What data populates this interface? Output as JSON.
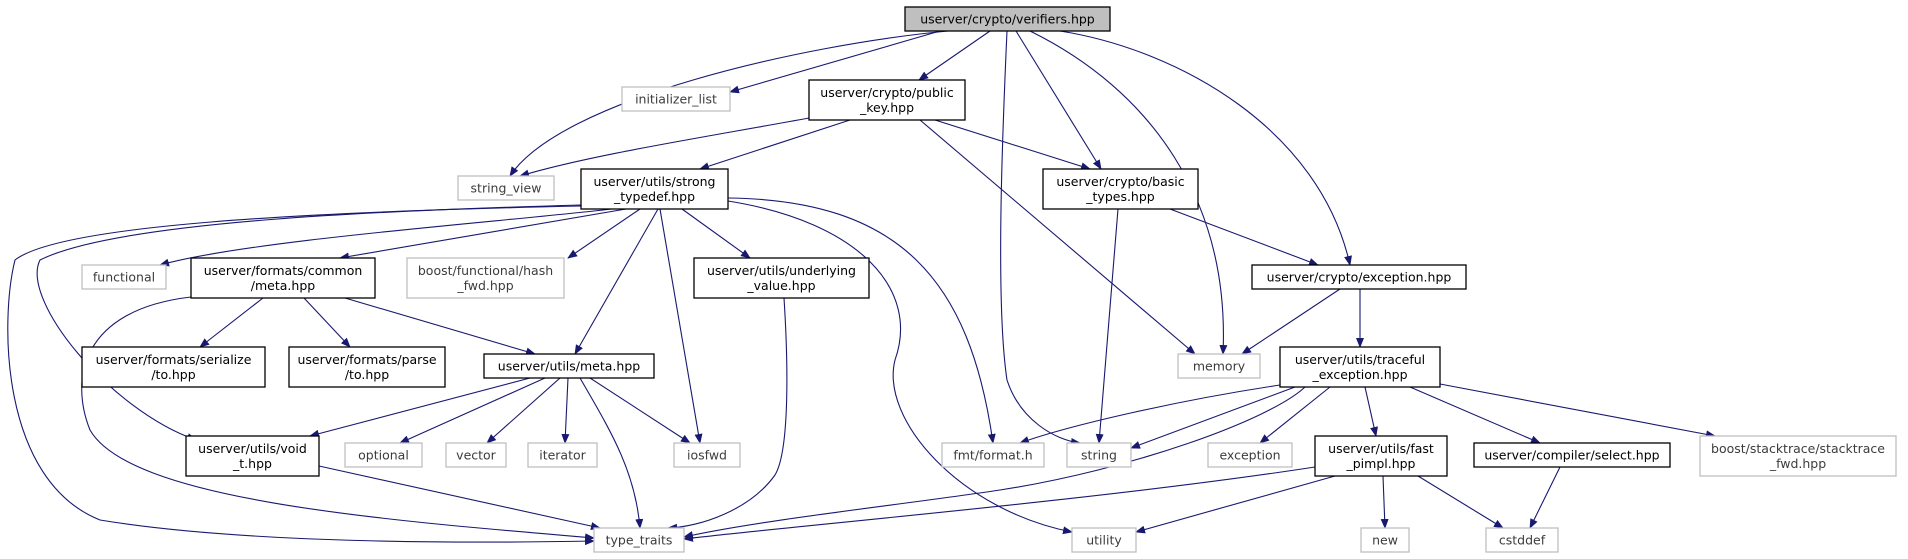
{
  "diagram": {
    "colors": {
      "edge": "#191970",
      "root_fill": "#bfbfbf",
      "node_border": "#000000",
      "external_border": "#bfbfbf",
      "external_text": "#3c3c3c",
      "node_text": "#000000"
    },
    "nodes": [
      {
        "id": "verifiers",
        "lines": [
          "userver/crypto/verifiers.hpp"
        ],
        "kind": "root"
      },
      {
        "id": "initializer_list",
        "lines": [
          "initializer_list"
        ],
        "kind": "external"
      },
      {
        "id": "public_key",
        "lines": [
          "userver/crypto/public",
          "_key.hpp"
        ],
        "kind": "header"
      },
      {
        "id": "string_view",
        "lines": [
          "string_view"
        ],
        "kind": "external"
      },
      {
        "id": "strong_typedef",
        "lines": [
          "userver/utils/strong",
          "_typedef.hpp"
        ],
        "kind": "header"
      },
      {
        "id": "basic_types",
        "lines": [
          "userver/crypto/basic",
          "_types.hpp"
        ],
        "kind": "header"
      },
      {
        "id": "exception_hpp",
        "lines": [
          "userver/crypto/exception.hpp"
        ],
        "kind": "header"
      },
      {
        "id": "functional",
        "lines": [
          "functional"
        ],
        "kind": "external"
      },
      {
        "id": "common_meta",
        "lines": [
          "userver/formats/common",
          "/meta.hpp"
        ],
        "kind": "header"
      },
      {
        "id": "hash_fwd",
        "lines": [
          "boost/functional/hash",
          "_fwd.hpp"
        ],
        "kind": "external"
      },
      {
        "id": "underlying_value",
        "lines": [
          "userver/utils/underlying",
          "_value.hpp"
        ],
        "kind": "header"
      },
      {
        "id": "memory",
        "lines": [
          "memory"
        ],
        "kind": "external"
      },
      {
        "id": "traceful_exception",
        "lines": [
          "userver/utils/traceful",
          "_exception.hpp"
        ],
        "kind": "header"
      },
      {
        "id": "serialize_to",
        "lines": [
          "userver/formats/serialize",
          "/to.hpp"
        ],
        "kind": "header"
      },
      {
        "id": "parse_to",
        "lines": [
          "userver/formats/parse",
          "/to.hpp"
        ],
        "kind": "header"
      },
      {
        "id": "utils_meta",
        "lines": [
          "userver/utils/meta.hpp"
        ],
        "kind": "header"
      },
      {
        "id": "void_t",
        "lines": [
          "userver/utils/void",
          "_t.hpp"
        ],
        "kind": "header"
      },
      {
        "id": "optional",
        "lines": [
          "optional"
        ],
        "kind": "external"
      },
      {
        "id": "vector",
        "lines": [
          "vector"
        ],
        "kind": "external"
      },
      {
        "id": "iterator",
        "lines": [
          "iterator"
        ],
        "kind": "external"
      },
      {
        "id": "iosfwd",
        "lines": [
          "iosfwd"
        ],
        "kind": "external"
      },
      {
        "id": "fmt_format",
        "lines": [
          "fmt/format.h"
        ],
        "kind": "external"
      },
      {
        "id": "string",
        "lines": [
          "string"
        ],
        "kind": "external"
      },
      {
        "id": "exception",
        "lines": [
          "exception"
        ],
        "kind": "external"
      },
      {
        "id": "fast_pimpl",
        "lines": [
          "userver/utils/fast",
          "_pimpl.hpp"
        ],
        "kind": "header"
      },
      {
        "id": "compiler_select",
        "lines": [
          "userver/compiler/select.hpp"
        ],
        "kind": "header"
      },
      {
        "id": "stacktrace_fwd",
        "lines": [
          "boost/stacktrace/stacktrace",
          "_fwd.hpp"
        ],
        "kind": "external"
      },
      {
        "id": "type_traits",
        "lines": [
          "type_traits"
        ],
        "kind": "external"
      },
      {
        "id": "utility",
        "lines": [
          "utility"
        ],
        "kind": "external"
      },
      {
        "id": "new",
        "lines": [
          "new"
        ],
        "kind": "external"
      },
      {
        "id": "cstddef",
        "lines": [
          "cstddef"
        ],
        "kind": "external"
      }
    ],
    "edges": [
      {
        "from": "verifiers",
        "to": "initializer_list"
      },
      {
        "from": "verifiers",
        "to": "public_key"
      },
      {
        "from": "verifiers",
        "to": "string_view"
      },
      {
        "from": "verifiers",
        "to": "basic_types"
      },
      {
        "from": "verifiers",
        "to": "string"
      },
      {
        "from": "verifiers",
        "to": "memory"
      },
      {
        "from": "verifiers",
        "to": "exception_hpp"
      },
      {
        "from": "public_key",
        "to": "string_view"
      },
      {
        "from": "public_key",
        "to": "strong_typedef"
      },
      {
        "from": "public_key",
        "to": "basic_types"
      },
      {
        "from": "public_key",
        "to": "memory"
      },
      {
        "from": "strong_typedef",
        "to": "functional"
      },
      {
        "from": "strong_typedef",
        "to": "common_meta"
      },
      {
        "from": "strong_typedef",
        "to": "hash_fwd"
      },
      {
        "from": "strong_typedef",
        "to": "underlying_value"
      },
      {
        "from": "strong_typedef",
        "to": "utils_meta"
      },
      {
        "from": "strong_typedef",
        "to": "iosfwd"
      },
      {
        "from": "strong_typedef",
        "to": "fmt_format"
      },
      {
        "from": "strong_typedef",
        "to": "utility"
      },
      {
        "from": "strong_typedef",
        "to": "void_t"
      },
      {
        "from": "strong_typedef",
        "to": "type_traits"
      },
      {
        "from": "basic_types",
        "to": "string"
      },
      {
        "from": "basic_types",
        "to": "exception_hpp"
      },
      {
        "from": "exception_hpp",
        "to": "memory"
      },
      {
        "from": "exception_hpp",
        "to": "traceful_exception"
      },
      {
        "from": "common_meta",
        "to": "serialize_to"
      },
      {
        "from": "common_meta",
        "to": "parse_to"
      },
      {
        "from": "common_meta",
        "to": "utils_meta"
      },
      {
        "from": "common_meta",
        "to": "type_traits"
      },
      {
        "from": "underlying_value",
        "to": "type_traits"
      },
      {
        "from": "utils_meta",
        "to": "void_t"
      },
      {
        "from": "utils_meta",
        "to": "optional"
      },
      {
        "from": "utils_meta",
        "to": "vector"
      },
      {
        "from": "utils_meta",
        "to": "iterator"
      },
      {
        "from": "utils_meta",
        "to": "iosfwd"
      },
      {
        "from": "utils_meta",
        "to": "type_traits"
      },
      {
        "from": "void_t",
        "to": "type_traits"
      },
      {
        "from": "traceful_exception",
        "to": "fmt_format"
      },
      {
        "from": "traceful_exception",
        "to": "string"
      },
      {
        "from": "traceful_exception",
        "to": "exception"
      },
      {
        "from": "traceful_exception",
        "to": "fast_pimpl"
      },
      {
        "from": "traceful_exception",
        "to": "compiler_select"
      },
      {
        "from": "traceful_exception",
        "to": "stacktrace_fwd"
      },
      {
        "from": "traceful_exception",
        "to": "type_traits"
      },
      {
        "from": "fast_pimpl",
        "to": "type_traits"
      },
      {
        "from": "fast_pimpl",
        "to": "utility"
      },
      {
        "from": "fast_pimpl",
        "to": "new"
      },
      {
        "from": "fast_pimpl",
        "to": "cstddef"
      },
      {
        "from": "compiler_select",
        "to": "cstddef"
      }
    ]
  }
}
